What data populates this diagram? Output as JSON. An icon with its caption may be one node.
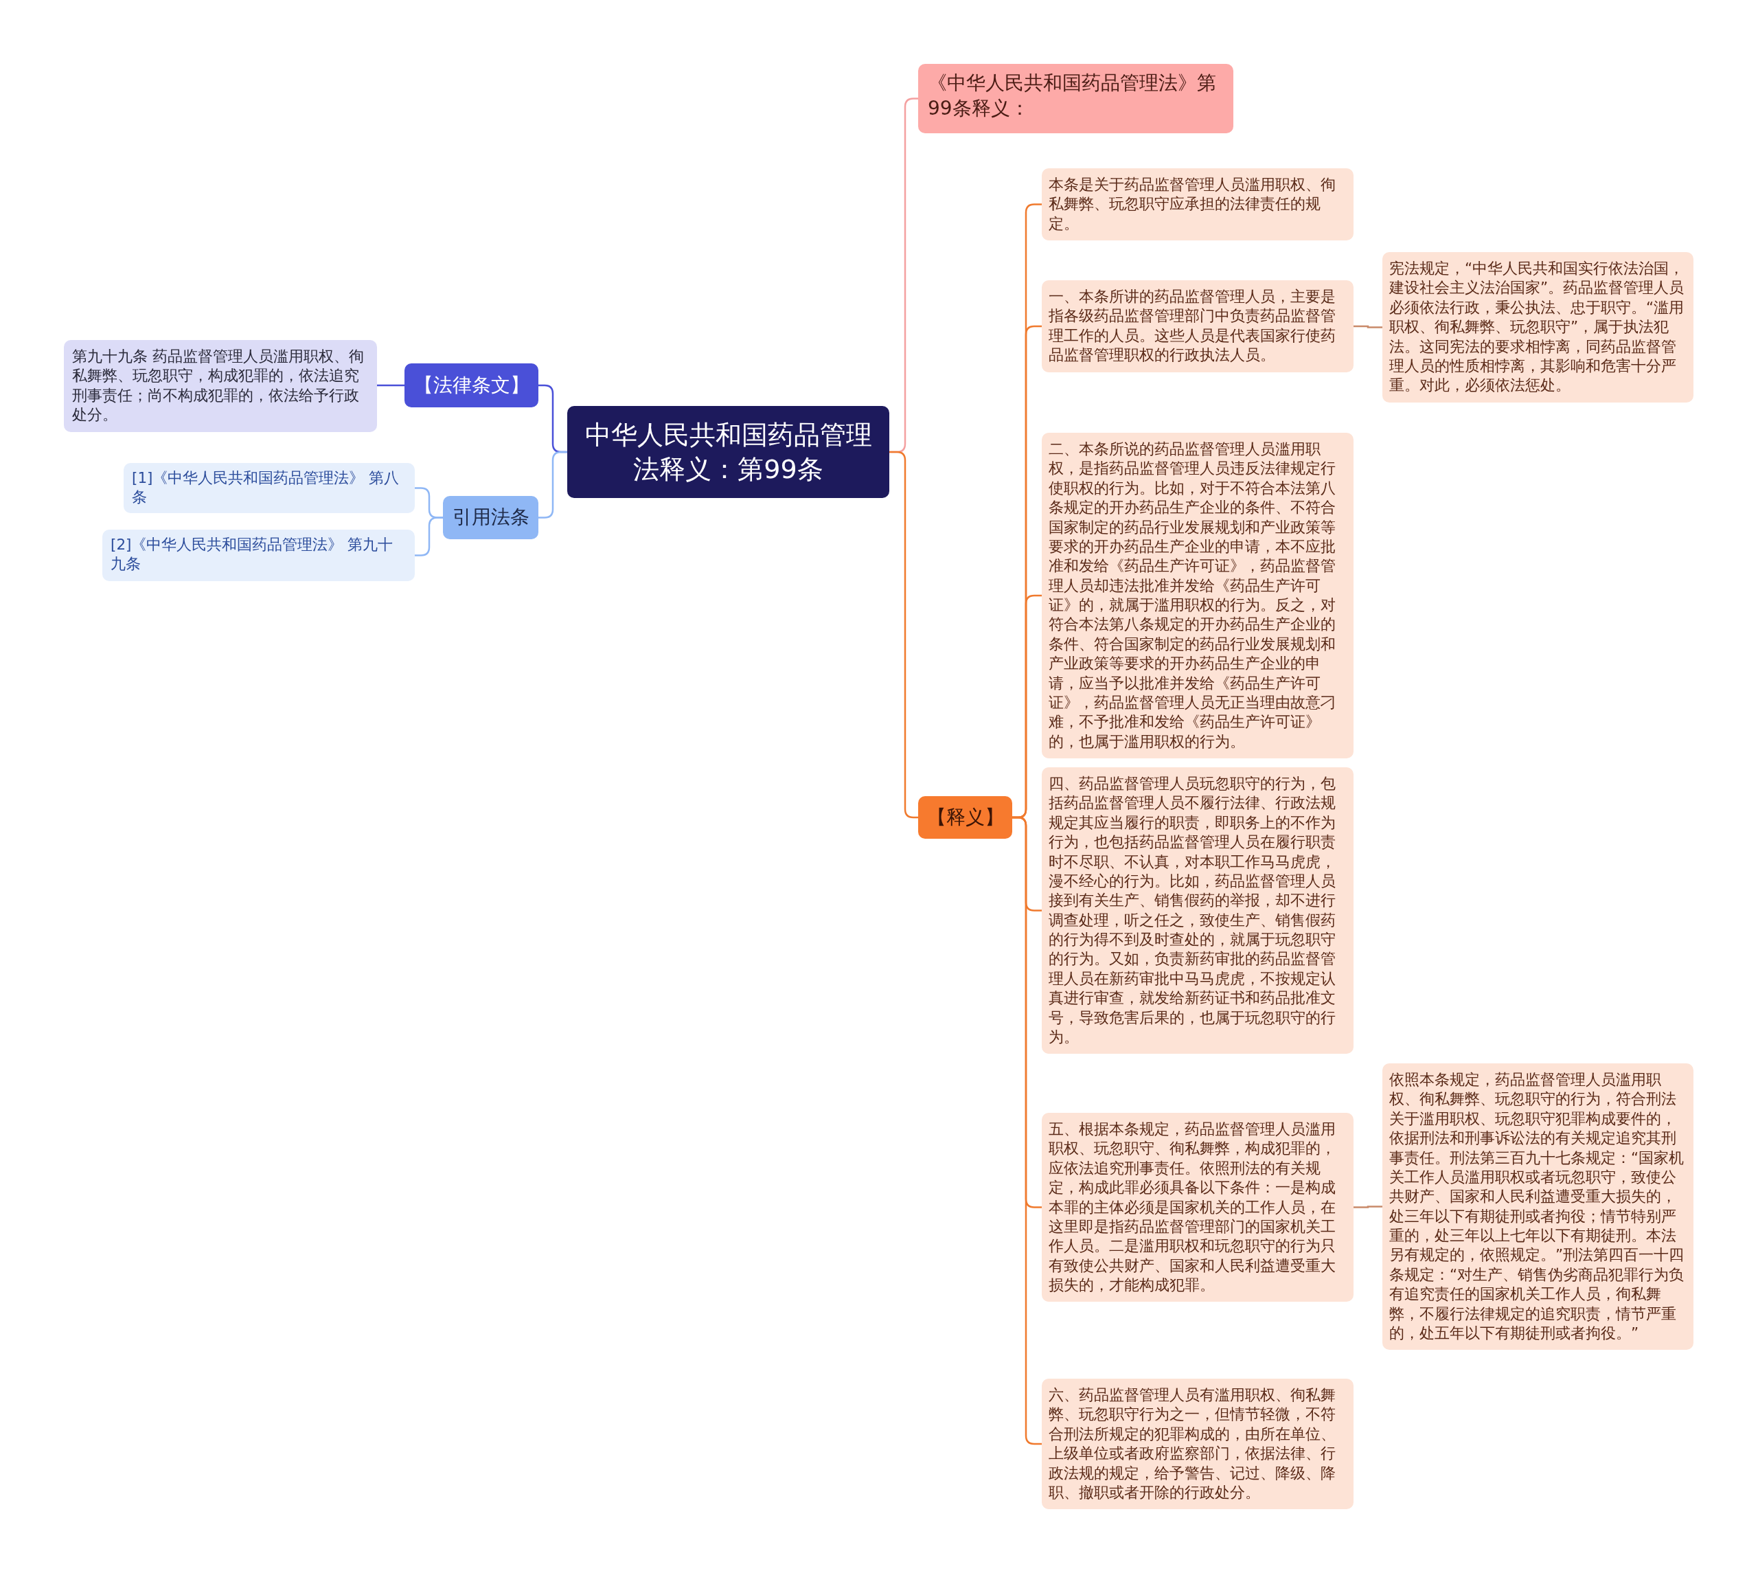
{
  "diagram": {
    "nodes": [
      {
        "text": [
          "中华人民共和国药品管理法释义：第99条"
        ]
      },
      {
        "text": [
          "【法律条文】"
        ]
      },
      {
        "text": [
          "第九十九条 药品监督管理人员滥用职权、徇私舞弊、玩忽职守，构成犯罪的，依法追究刑事责任；尚不构成犯罪的，依法给予行政处分。"
        ]
      },
      {
        "text": [
          "引用法条"
        ]
      },
      {
        "text": [
          "[1]《中华人民共和国药品管理法》 第八条"
        ]
      },
      {
        "text": [
          "[2]《中华人民共和国药品管理法》 第九十九条"
        ]
      },
      {
        "text": [
          "《中华人民共和国药品管理法》第99条释义："
        ]
      },
      {
        "text": [
          "【释义】"
        ]
      },
      {
        "text": [
          "本条是关于药品监督管理人员滥用职权、徇私舞弊、玩忽职守应承担的法律责任的规定。"
        ]
      },
      {
        "text": [
          "一、本条所讲的药品监督管理人员，主要是指各级药品监督管理部门中负责药品监督管理工作的人员。这些人员是代表国家行使药品监督管理职权的行政执法人员。"
        ]
      },
      {
        "text": [
          "宪法规定，“中华人民共和国实行依法治国，建设社会主义法治国家”。药品监督管理人员必须依法行政，秉公执法、忠于职守。“滥用职权、徇私舞弊、玩忽职守”，属于执法犯法。这同宪法的要求相悖离，同药品监督管理人员的性质相悖离，其影响和危害十分严重。对此，必须依法惩处。"
        ]
      },
      {
        "text": [
          "二、本条所说的药品监督管理人员滥用职权，是指药品监督管理人员违反法律规定行使职权的行为。比如，对于不符合本法第八条规定的开办药品生产企业的条件、不符合国家制定的药品行业发展规划和产业政策等要求的开办药品生产企业的申请，本不应批准和发给《药品生产许可证》，药品监督管理人员却违法批准并发给《药品生产许可证》的，就属于滥用职权的行为。反之，对符合本法第八条规定的开办药品生产企业的条件、符合国家制定的药品行业发展规划和产业政策等要求的开办药品生产企业的申请，应当予以批准并发给《药品生产许可证》，药品监督管理人员无正当理由故意刁难，不予批准和发给《药品生产许可证》的，也属于滥用职权的行为。"
        ]
      },
      {
        "text": [
          "四、药品监督管理人员玩忽职守的行为，包括药品监督管理人员不履行法律、行政法规规定其应当履行的职责，即职务上的不作为行为，也包括药品监督管理人员在履行职责时不尽职、不认真，对本职工作马马虎虎，漫不经心的行为。比如，药品监督管理人员接到有关生产、销售假药的举报，却不进行调查处理，听之任之，致使生产、销售假药的行为得不到及时查处的，就属于玩忽职守的行为。又如，负责新药审批的药品监督管理人员在新药审批中马马虎虎，不按规定认真进行审查，就发给新药证书和药品批准文号，导致危害后果的，也属于玩忽职守的行为。"
        ]
      },
      {
        "text": [
          "五、根据本条规定，药品监督管理人员滥用职权、玩忽职守、徇私舞弊，构成犯罪的，应依法追究刑事责任。依照刑法的有关规定，构成此罪必须具备以下条件：一是构成本罪的主体必须是国家机关的工作人员，在这里即是指药品监督管理部门的国家机关工作人员。二是滥用职权和玩忽职守的行为只有致使公共财产、国家和人民利益遭受重大损失的，才能构成犯罪。"
        ]
      },
      {
        "text": [
          "依照本条规定，药品监督管理人员滥用职权、徇私舞弊、玩忽职守的行为，符合刑法关于滥用职权、玩忽职守犯罪构成要件的，依据刑法和刑事诉讼法的有关规定追究其刑事责任。刑法第三百九十七条规定：“国家机关工作人员滥用职权或者玩忽职守，致使公共财产、国家和人民利益遭受重大损失的，处三年以下有期徒刑或者拘役；情节特别严重的，处三年以上七年以下有期徒刑。本法另有规定的，依照规定。”刑法第四百一十四条规定：“对生产、销售伪劣商品犯罪行为负有追究责任的国家机关工作人员，徇私舞弊，不履行法律规定的追究职责，情节严重的，处五年以下有期徒刑或者拘役。”"
        ]
      },
      {
        "text": [
          "六、药品监督管理人员有滥用职权、徇私舞弊、玩忽职守行为之一，但情节轻微，不符合刑法所规定的犯罪构成的，由所在单位、上级单位或者政府监察部门，依据法律、行政法规的规定，给予警告、记过、降级、降职、撤职或者开除的行政处分。"
        ]
      }
    ],
    "edges": [
      {
        "from": 0,
        "to": 1,
        "arrow": "none",
        "color": "#4a50d8"
      },
      {
        "from": 1,
        "to": 2,
        "arrow": "none",
        "color": "#4a50d8"
      },
      {
        "from": 0,
        "to": 3,
        "arrow": "none",
        "color": "#8fb7f5"
      },
      {
        "from": 3,
        "to": 4,
        "arrow": "none",
        "color": "#8fb7f5"
      },
      {
        "from": 3,
        "to": 5,
        "arrow": "none",
        "color": "#8fb7f5"
      },
      {
        "from": 0,
        "to": 6,
        "arrow": "none",
        "color": "#f4a0a0"
      },
      {
        "from": 0,
        "to": 7,
        "arrow": "none"
      },
      {
        "from": 7,
        "to": 8,
        "arrow": "none"
      },
      {
        "from": 7,
        "to": 9,
        "arrow": "none"
      },
      {
        "from": 9,
        "to": 10,
        "arrow": "none",
        "color": "#c98a6a"
      },
      {
        "from": 7,
        "to": 11,
        "arrow": "none"
      },
      {
        "from": 7,
        "to": 12,
        "arrow": "none"
      },
      {
        "from": 7,
        "to": 13,
        "arrow": "none"
      },
      {
        "from": 13,
        "to": 14,
        "arrow": "none",
        "color": "#c98a6a"
      },
      {
        "from": 7,
        "to": 15,
        "arrow": "none"
      }
    ]
  }
}
